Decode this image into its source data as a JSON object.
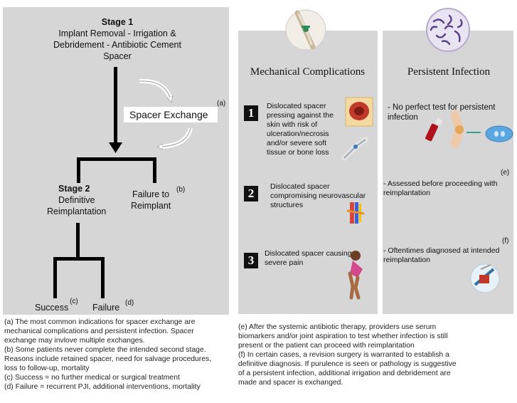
{
  "left": {
    "stage1_title": "Stage 1",
    "stage1_line1": "Implant Removal - Irrigation &",
    "stage1_line2": "Debridement - Antibiotic Cement",
    "stage1_line3": "Spacer",
    "spacer_exchange": "Spacer Exchange",
    "label_a": "(a)",
    "stage2_title": "Stage 2",
    "stage2_line1": "Definitive",
    "stage2_line2": "Reimplantation",
    "failure_reimplant_1": "Failure to",
    "failure_reimplant_2": "Reimplant",
    "label_b": "(b)",
    "success": "Success",
    "label_c": "(c)",
    "failure": "Failure",
    "label_d": "(d)"
  },
  "mechanical": {
    "title": "Mechanical Complications",
    "items": [
      {
        "number": "1",
        "lines": [
          "Dislocated spacer",
          "pressing against the",
          "skin with risk of",
          "ulceration/necrosis",
          "and/or severe soft",
          "tissue or bone loss"
        ]
      },
      {
        "number": "2",
        "lines": [
          "Dislocated spacer",
          "compromising neurovascular",
          "structures"
        ]
      },
      {
        "number": "3",
        "lines": [
          "Dislocated spacer causing",
          "severe pain"
        ]
      }
    ]
  },
  "infection": {
    "title": "Persistent Infection",
    "item1_lines": [
      "- No perfect test for persistent",
      "infection"
    ],
    "label_e": "(e)",
    "item2_lines": [
      "- Assessed before proceeding with",
      "reimplantation"
    ],
    "label_f": "(f)",
    "item3_lines": [
      "- Oftentimes diagnosed at intended",
      "reimplantation"
    ]
  },
  "notes_left": [
    "(a) The most common indications for spacer exchange are",
    "mechanical complications and persistent infection. Spacer",
    "exchange may invlove multiple exchanges.",
    "(b) Some patients never complete the intended second stage.",
    "Reasons include retained spacer, need for salvage procedures,",
    "loss to follow-up, mortality",
    "(c) Success = no further medical or surgical treatment",
    "(d) Failure = recurrent PJI, additional interventions, mortality"
  ],
  "notes_right": [
    "(e) After the systemic antibiotic therapy, providers use serum",
    "biomarkers and/or joint aspiration to test whether infection is still",
    "present or the patient can proceed with reimplantation",
    "(f) In certain cases, a revision surgery is warranted to establish a",
    "definitive diagnosis. If purulence is seen or pathology is suggestive",
    "of a persistent infection, additional irrigation and debridement are",
    "made and spacer is exchanged."
  ],
  "colors": {
    "panel": "#d6d6d6",
    "arrow": "#000000",
    "bacteria": "#5b3f8c",
    "blood": "#b0121b"
  },
  "icons": [
    "knee-implant-icon",
    "bacteria-petri-icon",
    "skin-wound-icon",
    "knee-xray-icon",
    "blood-vessels-icon",
    "blood-tube-icon",
    "knee-joint-icon",
    "petri-dish-icon",
    "patient-knee-pain-icon",
    "surgery-icon"
  ]
}
